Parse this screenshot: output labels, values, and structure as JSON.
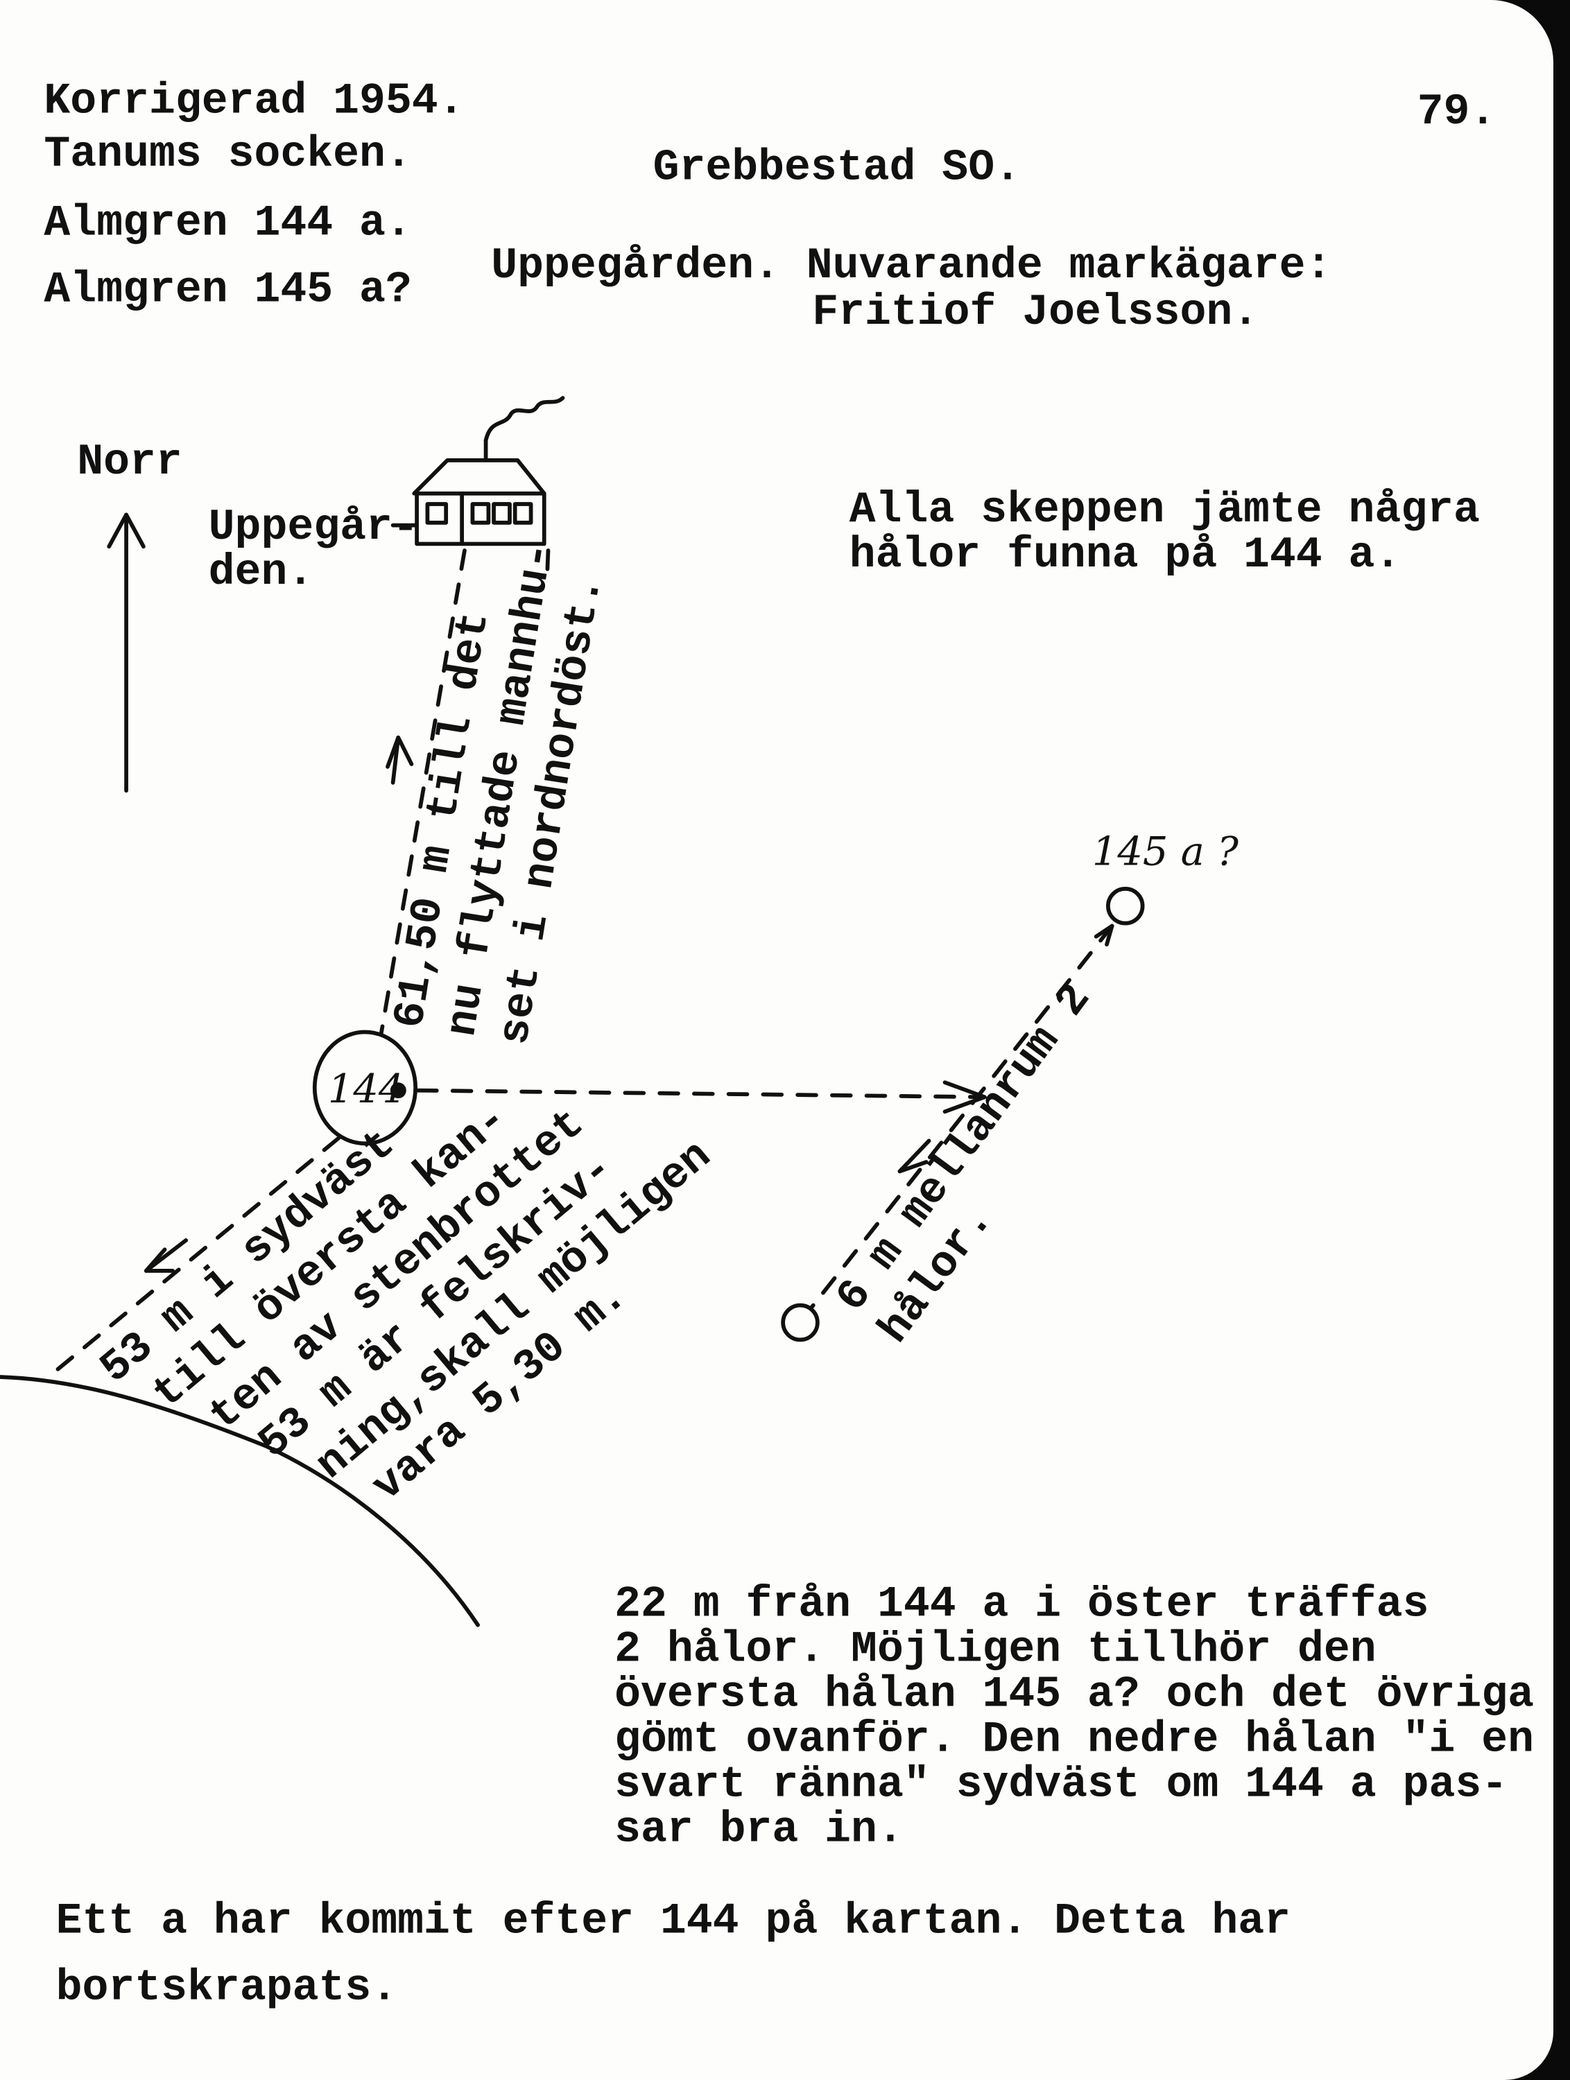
{
  "header": {
    "correction": "Korrigerad 1954.",
    "page_number": "79.",
    "parish": "Tanums socken.",
    "map_sheet": "Grebbestad SO.",
    "almgren_1": "Almgren 144 a.",
    "almgren_2": "Almgren 145 a?",
    "farm_owner_label": "Uppegården. Nuvarande markägare:",
    "owner": "Fritiof Joelsson."
  },
  "map": {
    "north_label": "Norr",
    "farm_label": [
      "Uppegår-",
      "den."
    ],
    "finds_note": [
      "Alla skeppen jämte några",
      "hålor funna på 144 a."
    ],
    "site_144": "144",
    "site_145": "145 a ?",
    "north_distance_note": [
      "61,50 m till det",
      "nu flyttade mannhu-",
      "set i nordnordöst."
    ],
    "southwest_note": [
      "53 m i sydväst",
      "till översta kan-",
      "ten av stenbrottet",
      "53 m är felskriv-",
      "ning,skall möjligen",
      "vara 5,30 m."
    ],
    "spacing_note": [
      "6 m mellanrum 2",
      "hålor."
    ]
  },
  "body": {
    "paragraph": [
      "22 m från 144 a i öster träffas",
      "2 hålor. Möjligen tillhör den",
      "översta hålan 145 a? och det övriga",
      "gömt ovanför. Den nedre hålan \"i en",
      "svart ränna\" sydväst om 144 a pas-",
      "sar bra in."
    ],
    "footer": [
      "Ett a har kommit efter 144 på kartan. Detta har",
      "bortskrapats."
    ]
  }
}
